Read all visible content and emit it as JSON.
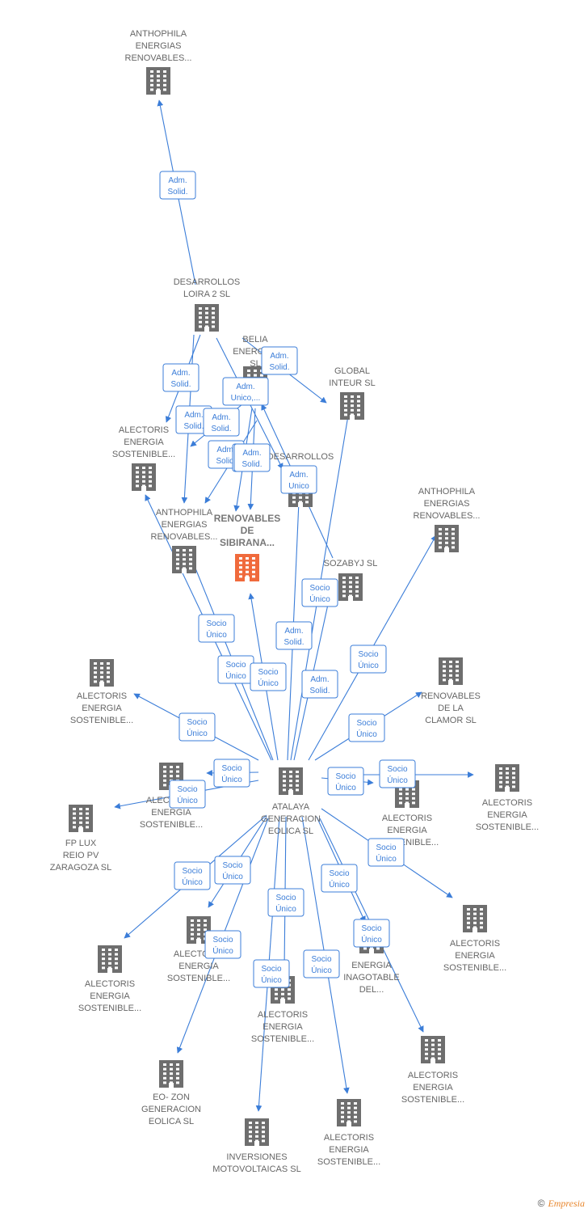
{
  "nodes": [
    {
      "id": "n_anth_top",
      "lines": [
        "ANTHOPHILA",
        "ENERGIAS",
        "RENOVABLES..."
      ]
    },
    {
      "id": "n_loira",
      "lines": [
        "DESARROLLOS",
        "LOIRA 2  SL"
      ]
    },
    {
      "id": "n_belia",
      "lines": [
        "BELIA",
        "ENERGE...",
        "SL"
      ]
    },
    {
      "id": "n_global",
      "lines": [
        "GLOBAL",
        "INTEUR  SL"
      ]
    },
    {
      "id": "n_alect_l1",
      "lines": [
        "ALECTORIS",
        "ENERGIA",
        "SOSTENIBLE..."
      ]
    },
    {
      "id": "n_desarr2",
      "lines": [
        "DESARROLLOS",
        "L..."
      ]
    },
    {
      "id": "n_renov_sib",
      "lines": [
        "RENOVABLES",
        "DE",
        "SIBIRANA..."
      ],
      "focus": true
    },
    {
      "id": "n_anth_mid",
      "lines": [
        "ANTHOPHILA",
        "ENERGIAS",
        "RENOVABLES..."
      ]
    },
    {
      "id": "n_anth_right",
      "lines": [
        "ANTHOPHILA",
        "ENERGIAS",
        "RENOVABLES..."
      ]
    },
    {
      "id": "n_sozabyj",
      "lines": [
        "SOZABYJ SL"
      ]
    },
    {
      "id": "n_alect_l2",
      "lines": [
        "ALECTORIS",
        "ENERGIA",
        "SOSTENIBLE..."
      ]
    },
    {
      "id": "n_clamor",
      "lines": [
        "RENOVABLES",
        "DE LA",
        "CLAMOR  SL"
      ]
    },
    {
      "id": "n_atalaya",
      "lines": [
        "ATALAYA",
        "GENERACION",
        "EOLICA  SL"
      ]
    },
    {
      "id": "n_alect_l3",
      "lines": [
        "ALECTORIS",
        "ENERGIA",
        "SOSTENIBLE..."
      ]
    },
    {
      "id": "n_fplux",
      "lines": [
        "FP LUX",
        "REIO PV",
        "ZARAGOZA  SL"
      ]
    },
    {
      "id": "n_alect_r1",
      "lines": [
        "ALECTORIS",
        "ENERGIA",
        "SOSTENIBLE..."
      ]
    },
    {
      "id": "n_alect_r2",
      "lines": [
        "ALECTORIS",
        "ENERGIA",
        "SOSTENIBLE..."
      ]
    },
    {
      "id": "n_alect_r3",
      "lines": [
        "ALECTORIS",
        "ENERGIA",
        "SOSTENIBLE..."
      ]
    },
    {
      "id": "n_alect_b1",
      "lines": [
        "ALECTORIS",
        "ENERGIA",
        "SOSTENIBLE..."
      ]
    },
    {
      "id": "n_alect_b2",
      "lines": [
        "ALECTORIS",
        "ENERGIA",
        "SOSTENIBLE..."
      ]
    },
    {
      "id": "n_alect_b3",
      "lines": [
        "ALECTORIS",
        "ENERGIA",
        "SOSTENIBLE..."
      ]
    },
    {
      "id": "n_inagot",
      "lines": [
        "ENERGIA",
        "INAGOTABLE",
        "DEL..."
      ]
    },
    {
      "id": "n_alect_b4",
      "lines": [
        "ALECTORIS",
        "ENERGIA",
        "SOSTENIBLE..."
      ]
    },
    {
      "id": "n_eozon",
      "lines": [
        "EO- ZON",
        "GENERACION",
        "EOLICA  SL"
      ]
    },
    {
      "id": "n_invers",
      "lines": [
        "INVERSIONES",
        "MOTOVOLTAICAS SL"
      ]
    },
    {
      "id": "n_alect_b5",
      "lines": [
        "ALECTORIS",
        "ENERGIA",
        "SOSTENIBLE..."
      ]
    }
  ],
  "edges": [
    {
      "label": [
        "Adm.",
        "Solid."
      ]
    },
    {
      "label": [
        "Adm.",
        "Solid."
      ]
    },
    {
      "label": [
        "Adm.",
        "Solid."
      ]
    },
    {
      "label": [
        "Adm.",
        "Unico,..."
      ]
    },
    {
      "label": [
        "Adm.",
        "Solid."
      ]
    },
    {
      "label": [
        "Adm.",
        "Solid."
      ]
    },
    {
      "label": [
        "Adm.",
        "Solid."
      ]
    },
    {
      "label": [
        "Adm.",
        "Solid."
      ]
    },
    {
      "label": [
        "Adm.",
        "Solid."
      ]
    },
    {
      "label": [
        "Adm.",
        "Unico"
      ]
    },
    {
      "label": [
        "Socio",
        "Único"
      ]
    },
    {
      "label": [
        "Socio",
        "Único"
      ]
    },
    {
      "label": [
        "Socio",
        "Único"
      ]
    },
    {
      "label": [
        "Adm.",
        "Solid."
      ]
    },
    {
      "label": [
        "Socio",
        "Único"
      ]
    },
    {
      "label": [
        "Adm.",
        "Solid."
      ]
    },
    {
      "label": [
        "Socio",
        "Único"
      ]
    },
    {
      "label": [
        "Socio",
        "Único"
      ]
    },
    {
      "label": [
        "Socio",
        "Único"
      ]
    },
    {
      "label": [
        "Socio",
        "Único"
      ]
    },
    {
      "label": [
        "Socio",
        "Único"
      ]
    },
    {
      "label": [
        "Socio",
        "Único"
      ]
    },
    {
      "label": [
        "Socio",
        "Único"
      ]
    },
    {
      "label": [
        "Socio",
        "Único"
      ]
    },
    {
      "label": [
        "Socio",
        "Único"
      ]
    },
    {
      "label": [
        "Socio",
        "Único"
      ]
    },
    {
      "label": [
        "Socio",
        "Único"
      ]
    },
    {
      "label": [
        "Socio",
        "Único"
      ]
    },
    {
      "label": [
        "Socio",
        "Único"
      ]
    },
    {
      "label": [
        "Socio",
        "Único"
      ]
    },
    {
      "label": [
        "Socio",
        "Único"
      ]
    },
    {
      "label": [
        "Socio",
        "Único"
      ]
    }
  ],
  "footer": {
    "copyright": "©",
    "brand": "Empresia"
  },
  "colors": {
    "edge": "#3b7dd8",
    "building": "#6e6e6e",
    "focus_building": "#f06a3c",
    "label": "#666666"
  },
  "icons": {
    "node": "building-icon"
  }
}
